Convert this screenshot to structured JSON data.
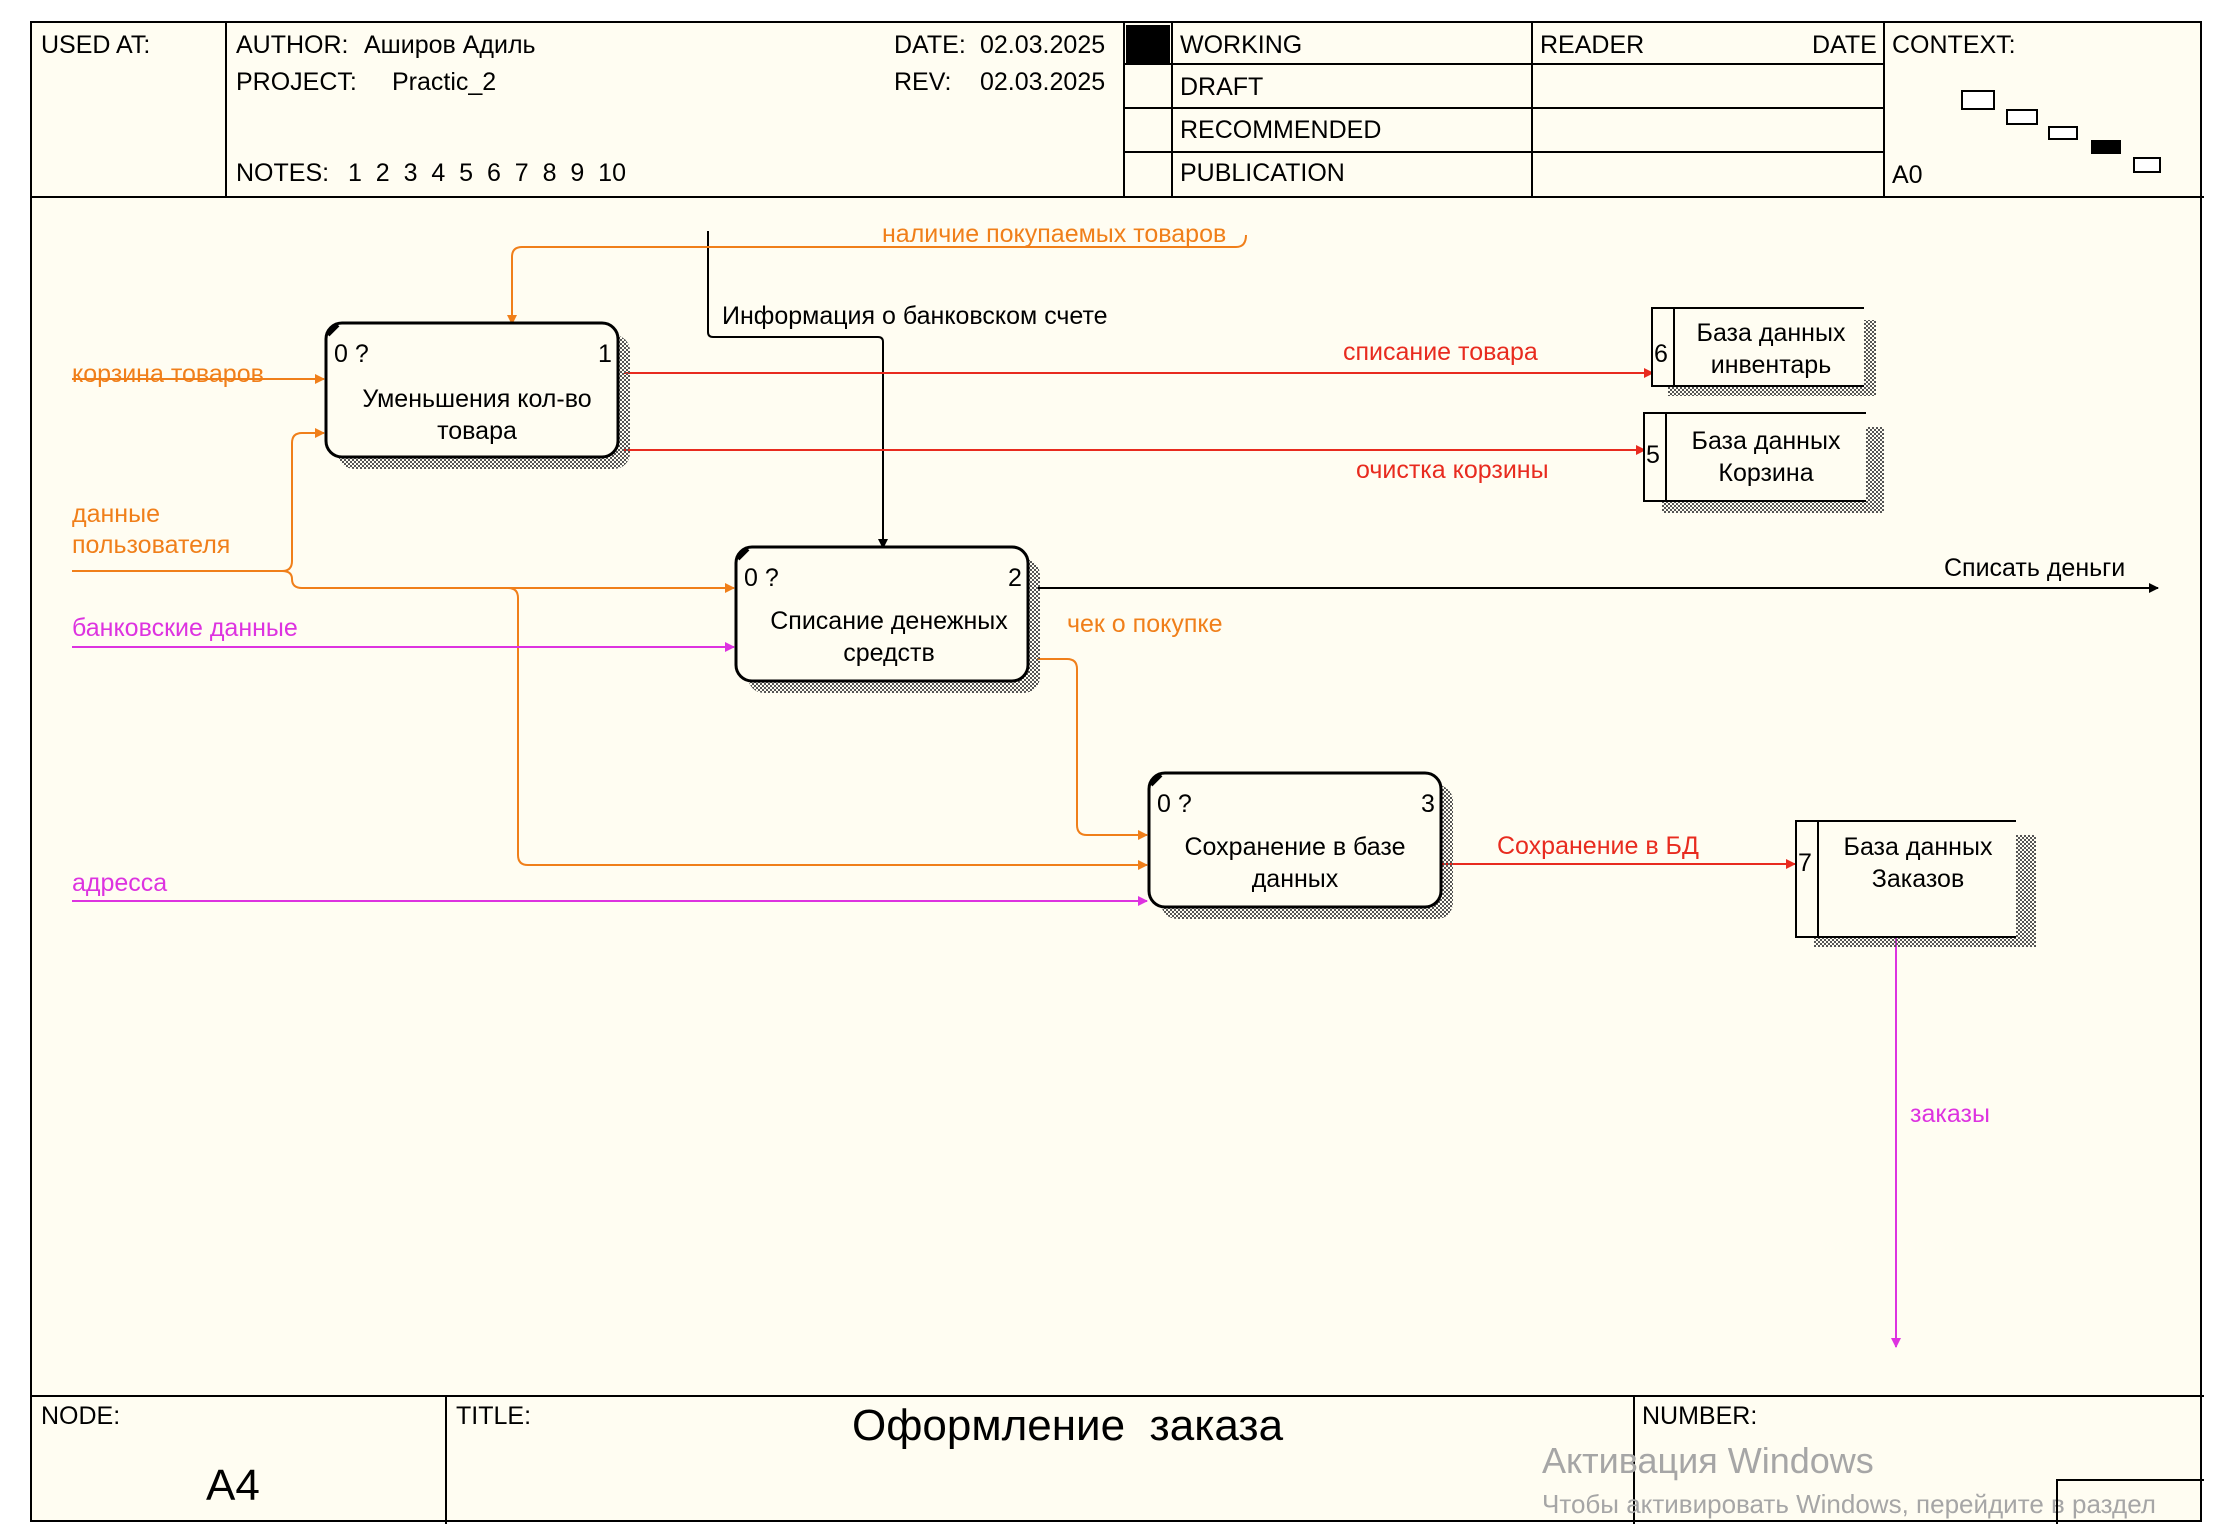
{
  "header": {
    "used_at_label": "USED AT:",
    "author_label": "AUTHOR:",
    "author_value": "Аширов Адиль",
    "project_label": "PROJECT:",
    "project_value": "Practic_2",
    "date_label": "DATE:",
    "date_value": "02.03.2025",
    "rev_label": "REV:",
    "rev_value": "02.03.2025",
    "notes_label": "NOTES:",
    "notes_values": "1  2  3  4  5  6  7  8  9  10",
    "status": [
      "WORKING",
      "DRAFT",
      "RECOMMENDED",
      "PUBLICATION"
    ],
    "reader_label": "READER",
    "reader_date_label": "DATE",
    "context_label": "CONTEXT:",
    "context_node": "A0"
  },
  "activities": [
    {
      "id": "1",
      "corner": "0 ?",
      "label": "Уменьшения кол-во товара"
    },
    {
      "id": "2",
      "corner": "0 ?",
      "label": "Списание денежных средств"
    },
    {
      "id": "3",
      "corner": "0 ?",
      "label": "Сохранение в базе данных"
    }
  ],
  "stores": [
    {
      "id": "6",
      "label": "База данных инвентарь"
    },
    {
      "id": "5",
      "label": "База данных Корзина"
    },
    {
      "id": "7",
      "label": "База данных Заказов"
    }
  ],
  "arrows": {
    "nalichie": "наличие покупаемых товаров",
    "bank_info": "Информация о банковском счете",
    "korzina": "корзина товаров",
    "spisanie_tovara": "списание товара",
    "ochistka": "очистка корзины",
    "dannye_1": "данные",
    "dannye_2": "пользователя",
    "spisat": "Списать деньги",
    "bank_data": "банковские данные",
    "chek": "чек о покупке",
    "adresa": "адресса",
    "save_db": "Сохранение в БД",
    "zakazy": "заказы"
  },
  "footer": {
    "node_label": "NODE:",
    "node_value": "A4",
    "title_label": "TITLE:",
    "title_value": "Оформление  заказа",
    "number_label": "NUMBER:"
  },
  "watermark": {
    "line1": "Активация Windows",
    "line2": "Чтобы активировать Windows, перейдите в раздел"
  },
  "colors": {
    "orange": "#f07f1a",
    "red": "#e82b1f",
    "magenta": "#dd33e0",
    "black": "#000000",
    "background": "#fffdf2"
  }
}
